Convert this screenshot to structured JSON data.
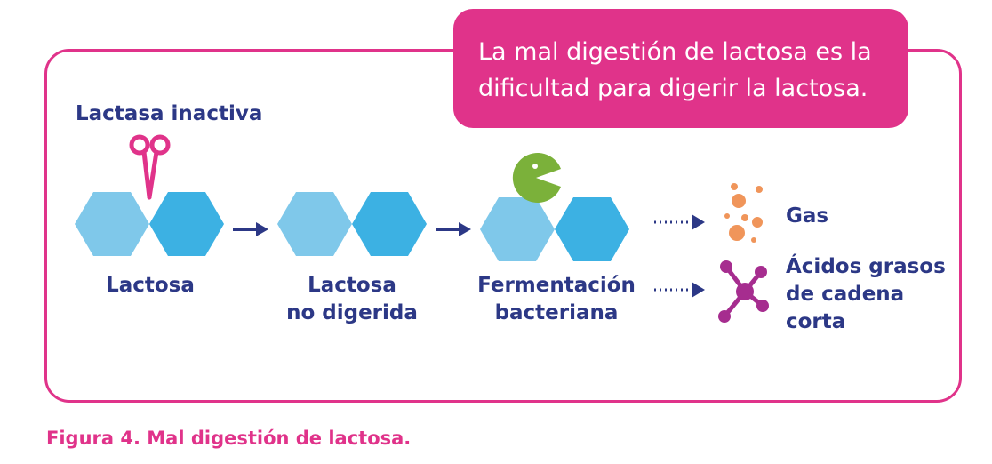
{
  "callout": {
    "line1": "La mal digestión de lactosa es la",
    "line2": "dificultad para digerir la lactosa."
  },
  "enzyme_label": "Lactasa inactiva",
  "stages": [
    {
      "line1": "Lactosa",
      "line2": ""
    },
    {
      "line1": "Lactosa",
      "line2": "no digerida"
    },
    {
      "line1": "Fermentación",
      "line2": "bacteriana"
    }
  ],
  "products": {
    "gas": "Gas",
    "acids": [
      "Ácidos grasos",
      "de cadena",
      "corta"
    ]
  },
  "caption": "Figura 4. Mal digestión de lactosa.",
  "colors": {
    "accent": "#e0338a",
    "text": "#2c3886",
    "hex_light": "#7fc8ea",
    "hex_dark": "#3cb1e3",
    "pacman": "#7bb13a",
    "gas": "#f0955a",
    "molecule": "#a62d8f"
  },
  "icons": [
    "scissors-icon",
    "pacman-icon",
    "gas-bubbles-icon",
    "molecule-icon",
    "arrow-icon"
  ]
}
